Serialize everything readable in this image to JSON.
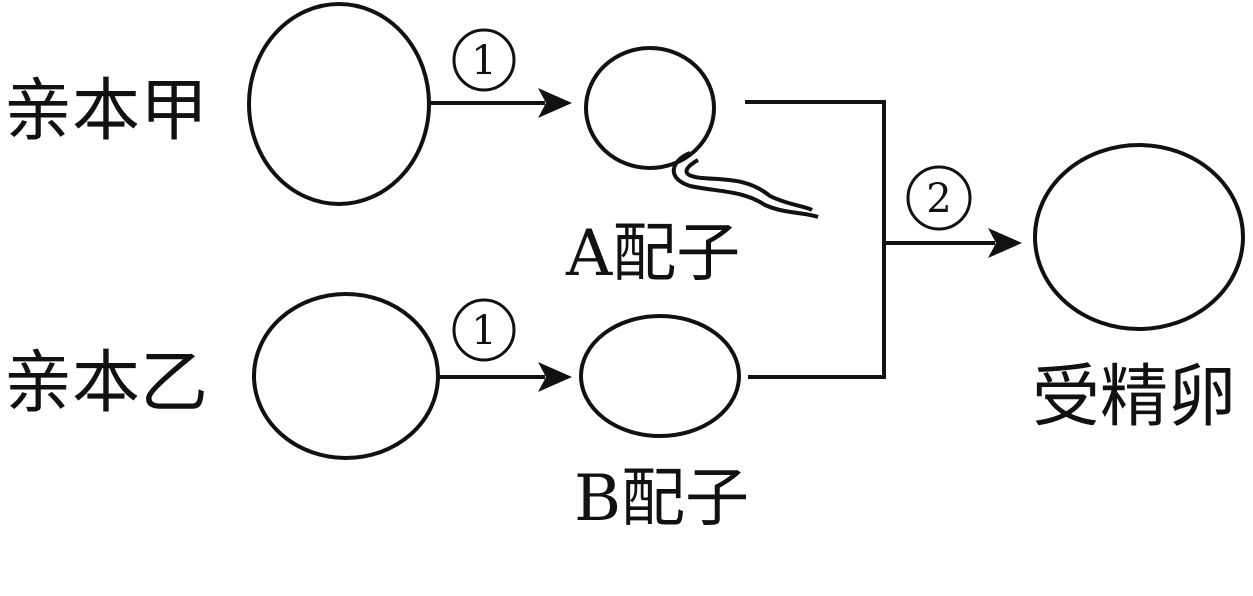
{
  "parents": {
    "parent_a": "亲本甲",
    "parent_b": "亲本乙"
  },
  "gametes": {
    "gamete_a": "A配子",
    "gamete_b": "B配子"
  },
  "result": {
    "zygote": "受精卵"
  },
  "steps": {
    "step_1": "1",
    "step_2": "2"
  },
  "colors": {
    "ink": "#111111",
    "background": "#ffffff"
  }
}
